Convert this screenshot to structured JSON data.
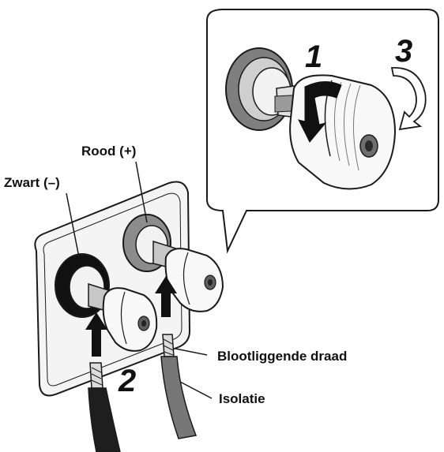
{
  "labels": {
    "red": "Rood (+)",
    "black": "Zwart (–)",
    "bare_wire": "Blootliggende draad",
    "insulation": "Isolatie"
  },
  "steps": {
    "one": "1",
    "two": "2",
    "three": "3"
  },
  "colors": {
    "line": "#1a1a1a",
    "plate": "#f4f4f4",
    "ring_black": "#111111",
    "ring_red": "#8c8c8c",
    "knob": "#f8f8f8",
    "cable_black": "#1e1e1e",
    "cable_grey": "#777777"
  }
}
